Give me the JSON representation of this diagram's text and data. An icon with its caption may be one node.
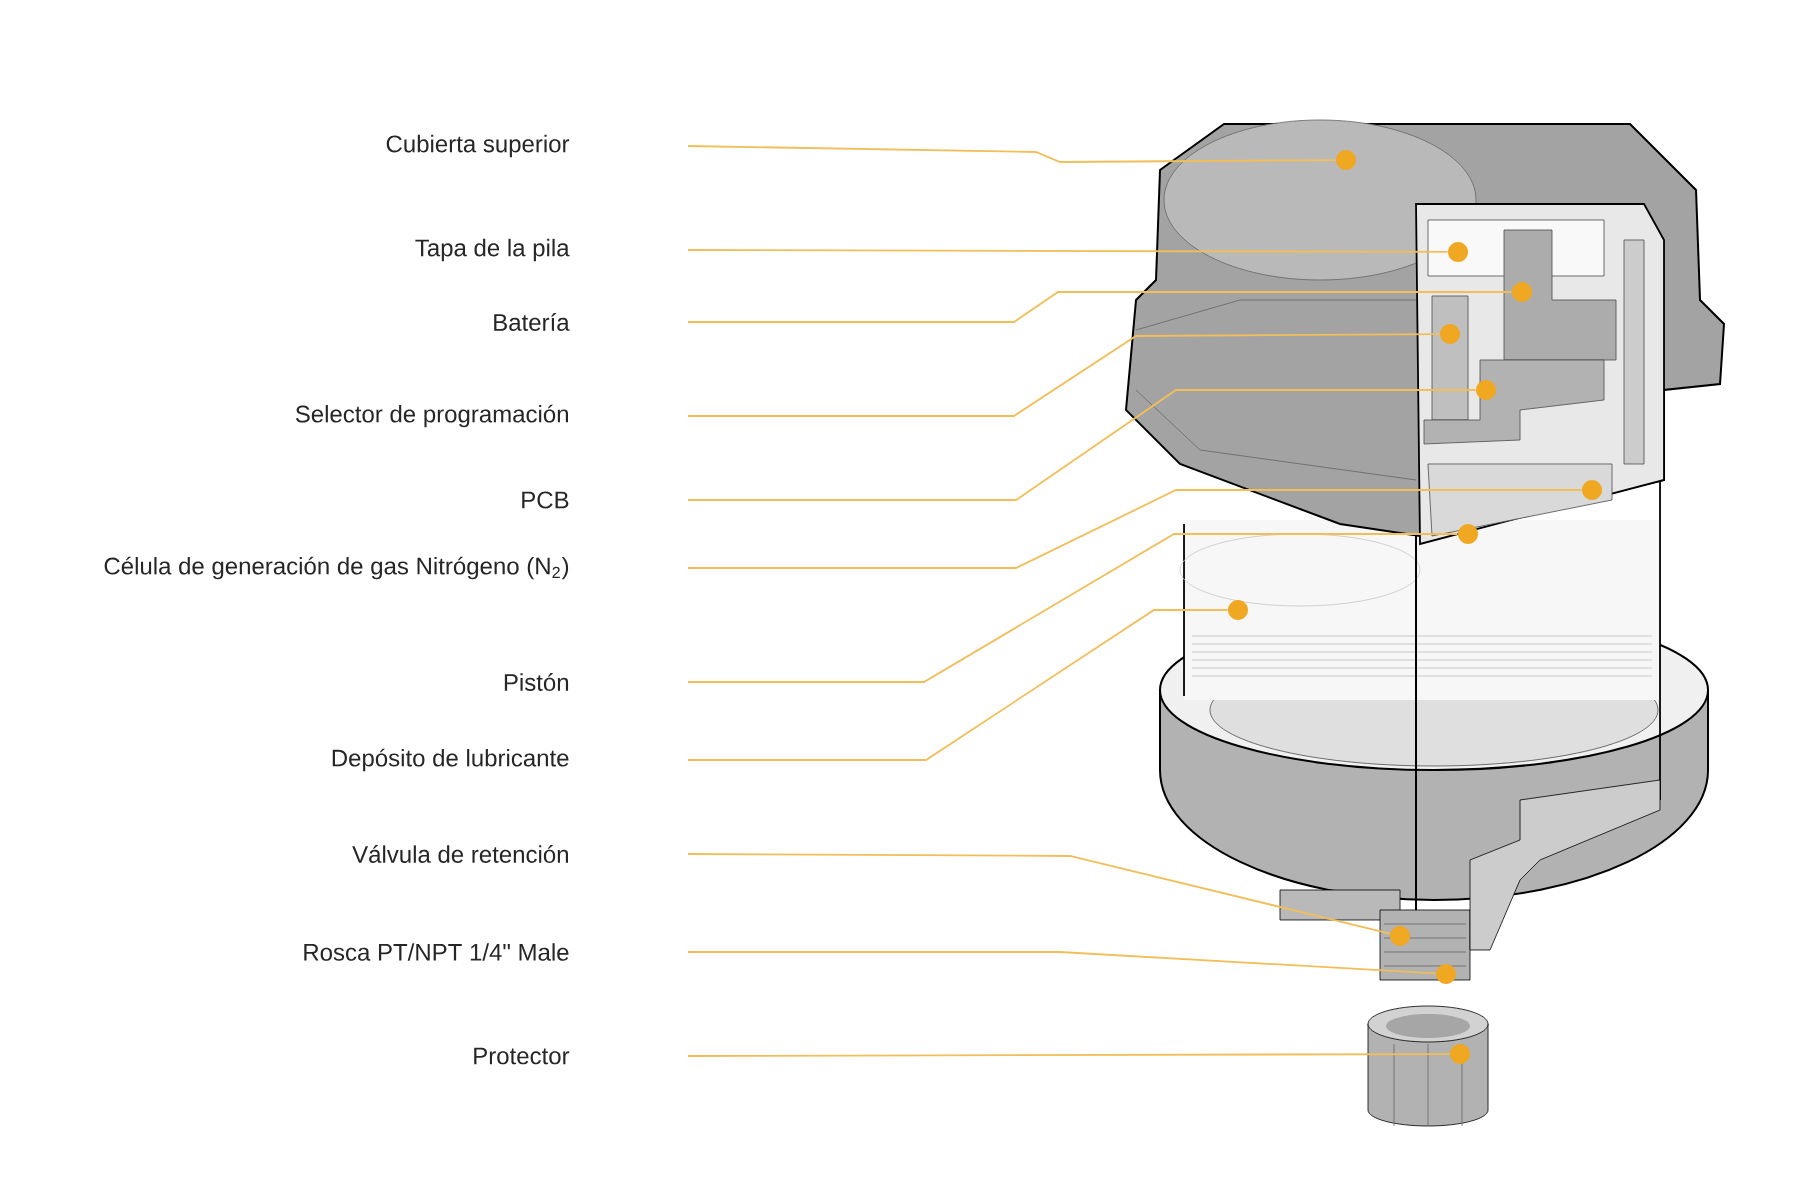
{
  "diagram": {
    "nodes": [
      {
        "text": [
          "Cubierta superior"
        ]
      },
      {
        "text": [
          "Tapa de la pila"
        ]
      },
      {
        "text": [
          "Batería"
        ]
      },
      {
        "text": [
          "Selector de programación"
        ]
      },
      {
        "text": [
          "PCB"
        ]
      },
      {
        "text": [
          "Célula de generación de gas Nitrógeno (N$_{2}$)"
        ]
      },
      {
        "text": [
          "Pistón"
        ]
      },
      {
        "text": [
          "Depósito de lubricante"
        ]
      },
      {
        "text": [
          "Válvula de retención"
        ]
      },
      {
        "text": [
          "Rosca PT/NPT 1/4\" Male"
        ]
      },
      {
        "text": [
          "Protector"
        ]
      },
      {
        "text": [],
        "shape": "circle"
      },
      {
        "text": [],
        "shape": "circle"
      },
      {
        "text": [],
        "shape": "circle"
      },
      {
        "text": [],
        "shape": "circle"
      },
      {
        "text": [],
        "shape": "circle"
      },
      {
        "text": [],
        "shape": "circle"
      },
      {
        "text": [],
        "shape": "circle"
      },
      {
        "text": [],
        "shape": "circle"
      },
      {
        "text": [],
        "shape": "circle"
      },
      {
        "text": [],
        "shape": "circle"
      },
      {
        "text": [],
        "shape": "circle"
      }
    ],
    "edges": [
      {
        "from": 0,
        "to": 11,
        "arrow": "none"
      },
      {
        "from": 1,
        "to": 12,
        "arrow": "none"
      },
      {
        "from": 2,
        "to": 13,
        "arrow": "none"
      },
      {
        "from": 3,
        "to": 14,
        "arrow": "none"
      },
      {
        "from": 4,
        "to": 15,
        "arrow": "none"
      },
      {
        "from": 5,
        "to": 16,
        "arrow": "none"
      },
      {
        "from": 6,
        "to": 17,
        "arrow": "none"
      },
      {
        "from": 7,
        "to": 18,
        "arrow": "none"
      },
      {
        "from": 8,
        "to": 19,
        "arrow": "none"
      },
      {
        "from": 9,
        "to": 20,
        "arrow": "none"
      },
      {
        "from": 10,
        "to": 21,
        "arrow": "none"
      }
    ]
  }
}
